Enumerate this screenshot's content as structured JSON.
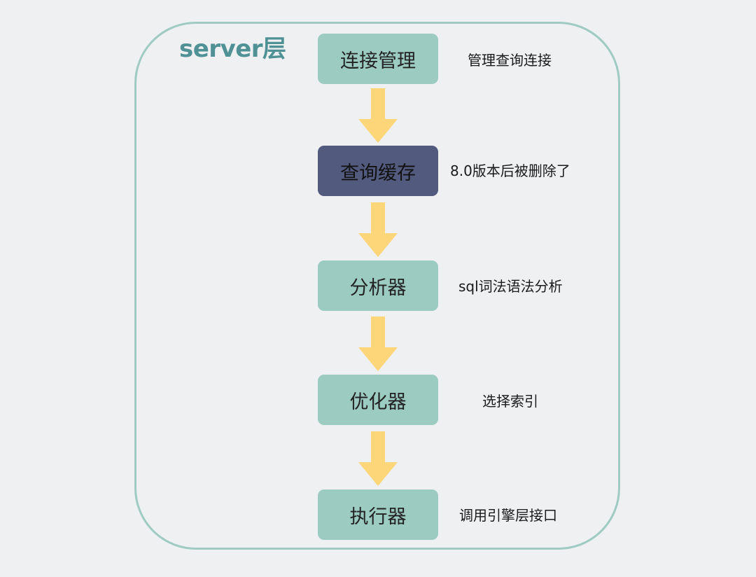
{
  "layer_title": "server层",
  "stages": [
    {
      "label": "连接管理",
      "note": "管理查询连接"
    },
    {
      "label": "查询缓存",
      "note": "8.0版本后被删除了"
    },
    {
      "label": "分析器",
      "note": "sql词法语法分析"
    },
    {
      "label": "优化器",
      "note": "选择索引"
    },
    {
      "label": "执行器",
      "note": "调用引擎层接口"
    }
  ],
  "colors": {
    "background": "#eef0f2",
    "frame_border": "#9fcbc2",
    "title": "#4f9195",
    "stage_fill": "#9ccbc1",
    "removed_stage_fill": "#525a7e",
    "arrow": "#fdd67a"
  }
}
